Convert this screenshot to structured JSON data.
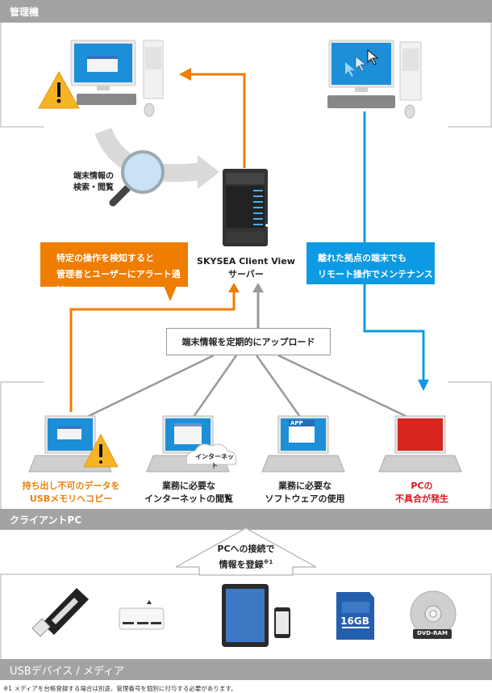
{
  "sections": {
    "admin": "管理機",
    "client": "クライアントPC",
    "devices": "USBデバイス / メディア"
  },
  "server": {
    "name": "SKYSEA Client View",
    "role": "サーバー"
  },
  "search_label": [
    "端末情報の",
    "検索・閲覧"
  ],
  "callouts": {
    "alert": [
      "特定の操作を検知すると",
      "管理者とユーザーにアラート通知"
    ],
    "remote": [
      "離れた拠点の端末でも",
      "リモート操作でメンテナンス"
    ]
  },
  "upload_label": "端末情報を定期的にアップロード",
  "clients": [
    {
      "caption": [
        "持ち出し不可のデータを",
        "USBメモリへコピー"
      ],
      "color": "#e8820c"
    },
    {
      "caption": [
        "業務に必要な",
        "インターネットの閲覧"
      ],
      "color": "#222222",
      "badge": "インターネット"
    },
    {
      "caption": [
        "業務に必要な",
        "ソフトウェアの使用"
      ],
      "color": "#222222",
      "badge": "APP"
    },
    {
      "caption": [
        "PCの",
        "不具合が発生"
      ],
      "color": "#d7161c"
    }
  ],
  "register_label": [
    "PCへの接続で",
    "情報を登録",
    "※1"
  ],
  "devices": [
    {
      "icon": "usb-stick-icon"
    },
    {
      "icon": "card-reader-icon"
    },
    {
      "icon": "tablet-icon"
    },
    {
      "icon": "smartphone-icon"
    },
    {
      "icon": "sd-card-icon",
      "label": "16GB"
    },
    {
      "icon": "dvd-icon",
      "label": "DVD-RAM"
    }
  ],
  "footnote": "※1 メディアを台帳登録する場合は別途、管理番号を個別に付与する必要があります。",
  "colors": {
    "orange": "#ee7d00",
    "blue": "#0d9ae4",
    "gray_line": "#9a9a9a",
    "bar": "#a3a3a3"
  }
}
